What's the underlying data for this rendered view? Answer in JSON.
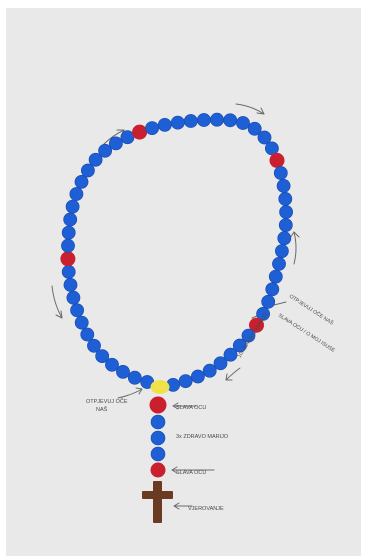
{
  "drawing": {
    "colors": {
      "paper": "#e9e9ea",
      "blue_bead": "#1f5fd6",
      "blue_bead_dark": "#1748a8",
      "red_bead": "#c91f2e",
      "yellow_bead": "#efe24a",
      "cross": "#6b3a22",
      "pencil": "#6a6a6a"
    },
    "labels": {
      "our_father_bottom_1": "OTPJEVUJ OČE",
      "our_father_bottom_2": "NAŠ",
      "glory_top": "SLAVA OCU",
      "three_hail_marys": "3x ZDRAVO MARIJO",
      "glory_bottom": "SLAVA OCU",
      "creed": "VJEROVANJE",
      "side_our_father": "OTPJEVUJ OČE NAŠ",
      "side_glory_fatima": "SLAVA OCU / O MOJ ISUSE",
      "side_ten_hail_marys": "10x ZDRAVO MARIJO"
    },
    "icons": [
      "rosary-beads",
      "crucifix-icon",
      "arrow-icon"
    ]
  }
}
